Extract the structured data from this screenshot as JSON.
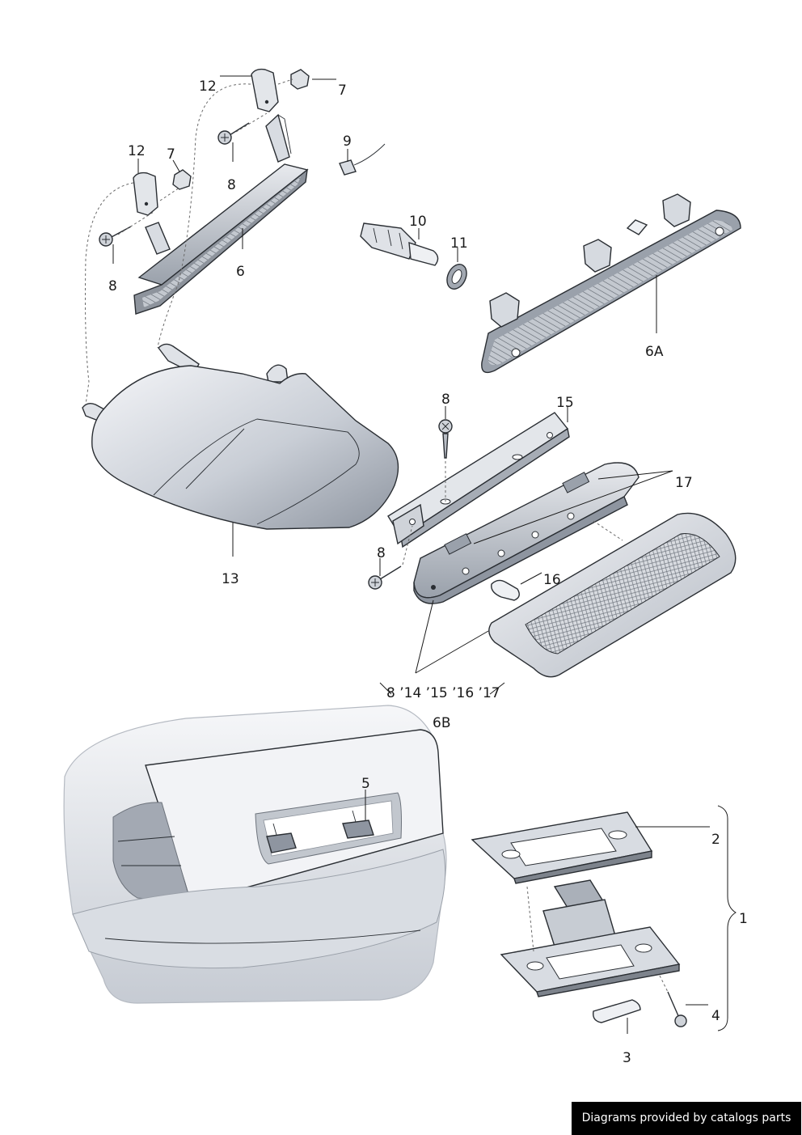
{
  "callouts": {
    "n1": "1",
    "n2": "2",
    "n3": "3",
    "n4": "4",
    "n5": "5",
    "n6": "6",
    "n6a": "6A",
    "n6b": "6B",
    "n7a": "7",
    "n7b": "7",
    "n8a": "8",
    "n8b": "8",
    "n8c": "8",
    "n8d": "8",
    "n9": "9",
    "n10": "10",
    "n11": "11",
    "n12a": "12",
    "n12b": "12",
    "n13": "13",
    "n15": "15",
    "n16": "16",
    "n17": "17",
    "group_6b": "8 ’14 ’15 ’16 ’17"
  },
  "credit": "Diagrams provided by catalogs parts",
  "colors": {
    "part_fill_light": "#eef0f4",
    "part_fill_dark": "#a9afb8",
    "outline": "#2a2e33",
    "credit_bg": "#000000"
  }
}
